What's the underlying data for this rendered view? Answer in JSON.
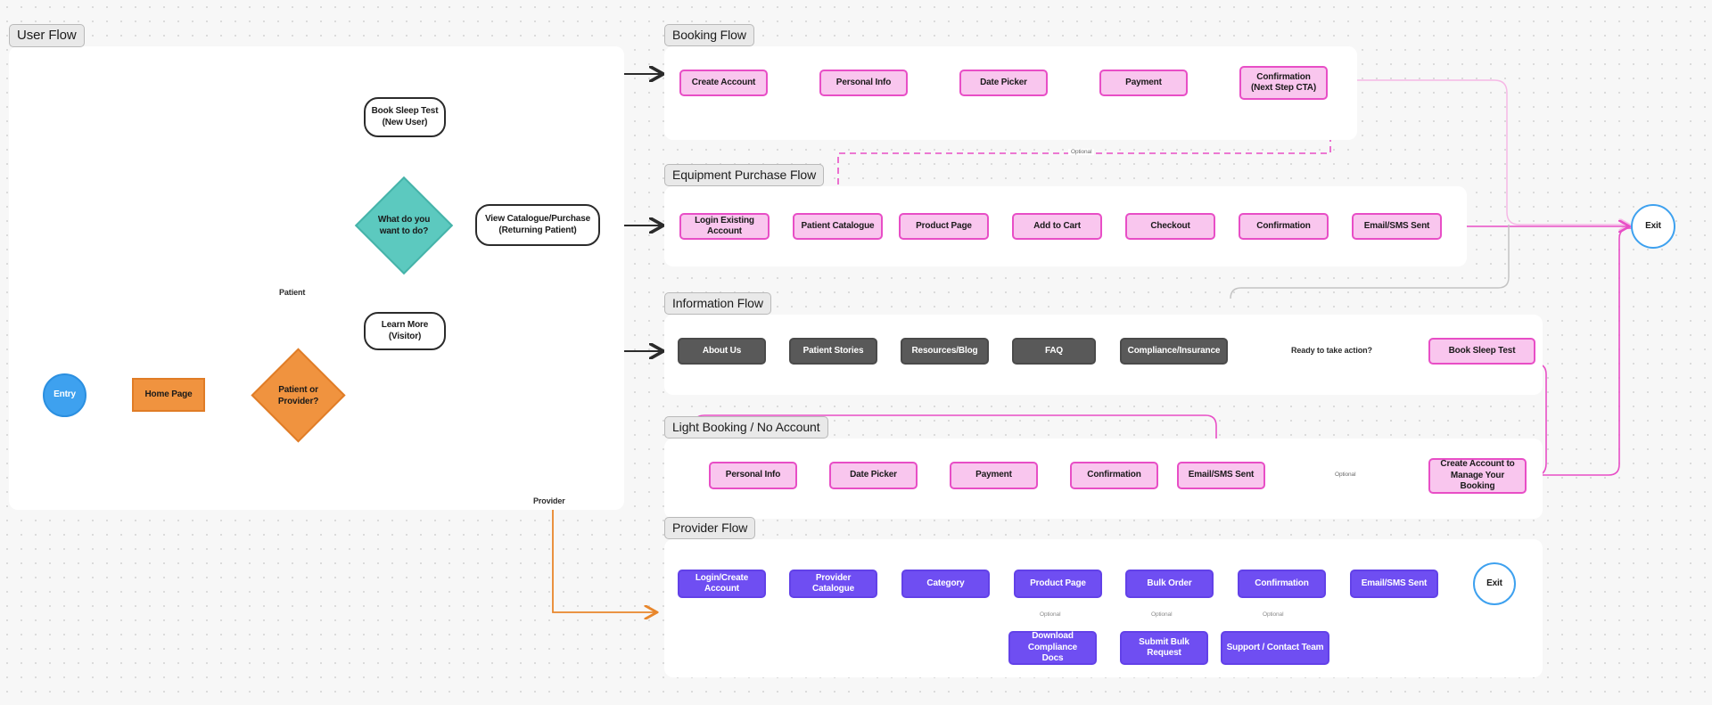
{
  "canvas": {
    "background": "#f7f7f7",
    "dot_grid": true
  },
  "frames": [
    {
      "id": "user-flow",
      "label": "User Flow"
    },
    {
      "id": "booking",
      "label": "Booking Flow"
    },
    {
      "id": "equipment",
      "label": "Equipment Purchase Flow"
    },
    {
      "id": "information",
      "label": "Information Flow"
    },
    {
      "id": "light-booking",
      "label": "Light Booking / No Account"
    },
    {
      "id": "provider",
      "label": "Provider Flow"
    }
  ],
  "user_flow": {
    "entry": "Entry",
    "home_page": "Home Page",
    "decision_role": {
      "line1": "Patient or",
      "line2": "Provider?"
    },
    "decision_intent": {
      "line1": "What do",
      "line2": "you want",
      "line3": "to do?"
    },
    "book_sleep_test": {
      "line1": "Book Sleep Test",
      "line2": "(New User)"
    },
    "view_catalogue": {
      "line1": "View Catalogue/Purchase",
      "line2": "(Returning Patient)"
    },
    "learn_more": {
      "line1": "Learn More",
      "line2": "(Visitor)"
    },
    "label_patient": "Patient",
    "label_provider": "Provider"
  },
  "booking_flow": {
    "steps": [
      {
        "label": "Create Account"
      },
      {
        "label": "Personal Info"
      },
      {
        "label": "Date Picker"
      },
      {
        "label": "Payment"
      },
      {
        "line1": "Confirmation",
        "line2": "(Next Step CTA)"
      }
    ],
    "optional_label": "Optional"
  },
  "equipment_flow": {
    "steps": [
      {
        "label": "Login Existing Account"
      },
      {
        "label": "Patient Catalogue"
      },
      {
        "label": "Product Page"
      },
      {
        "label": "Add to Cart"
      },
      {
        "label": "Checkout"
      },
      {
        "label": "Confirmation"
      },
      {
        "label": "Email/SMS Sent"
      }
    ]
  },
  "information_flow": {
    "steps": [
      {
        "label": "About Us"
      },
      {
        "label": "Patient Stories"
      },
      {
        "label": "Resources/Blog"
      },
      {
        "label": "FAQ"
      },
      {
        "label": "Compliance/Insurance"
      }
    ],
    "cta_question": "Ready to take action?",
    "cta_node": "Book Sleep Test"
  },
  "light_booking_flow": {
    "steps": [
      {
        "label": "Personal Info"
      },
      {
        "label": "Date Picker"
      },
      {
        "label": "Payment"
      },
      {
        "label": "Confirmation"
      },
      {
        "label": "Email/SMS Sent"
      }
    ],
    "optional_label": "Optional",
    "create_account": {
      "line1": "Create Account to",
      "line2": "Manage Your Booking"
    }
  },
  "provider_flow": {
    "steps": [
      {
        "label": "Login/Create Account"
      },
      {
        "label": "Provider Catalogue"
      },
      {
        "label": "Category"
      },
      {
        "label": "Product Page"
      },
      {
        "label": "Bulk Order"
      },
      {
        "label": "Confirmation"
      },
      {
        "label": "Email/SMS Sent"
      }
    ],
    "exit": "Exit",
    "optional_labels": [
      "Optional",
      "Optional",
      "Optional"
    ],
    "optional_nodes": [
      {
        "line1": "Download Compliance",
        "line2": "Docs"
      },
      {
        "line1": "Submit Bulk Request",
        "line2": ""
      },
      {
        "line1": "Support / Contact Team",
        "line2": ""
      }
    ]
  },
  "exit_node": {
    "label": "Exit"
  },
  "colors": {
    "pink_fill": "#f9c6ee",
    "pink_border": "#e84ec6",
    "gray_fill": "#595959",
    "purple_fill": "#6f4ef2",
    "orange_fill": "#f0933f",
    "teal_fill": "#5cc9bf",
    "blue_accent": "#3ea1ef",
    "black_edge": "#2b2b2b"
  }
}
